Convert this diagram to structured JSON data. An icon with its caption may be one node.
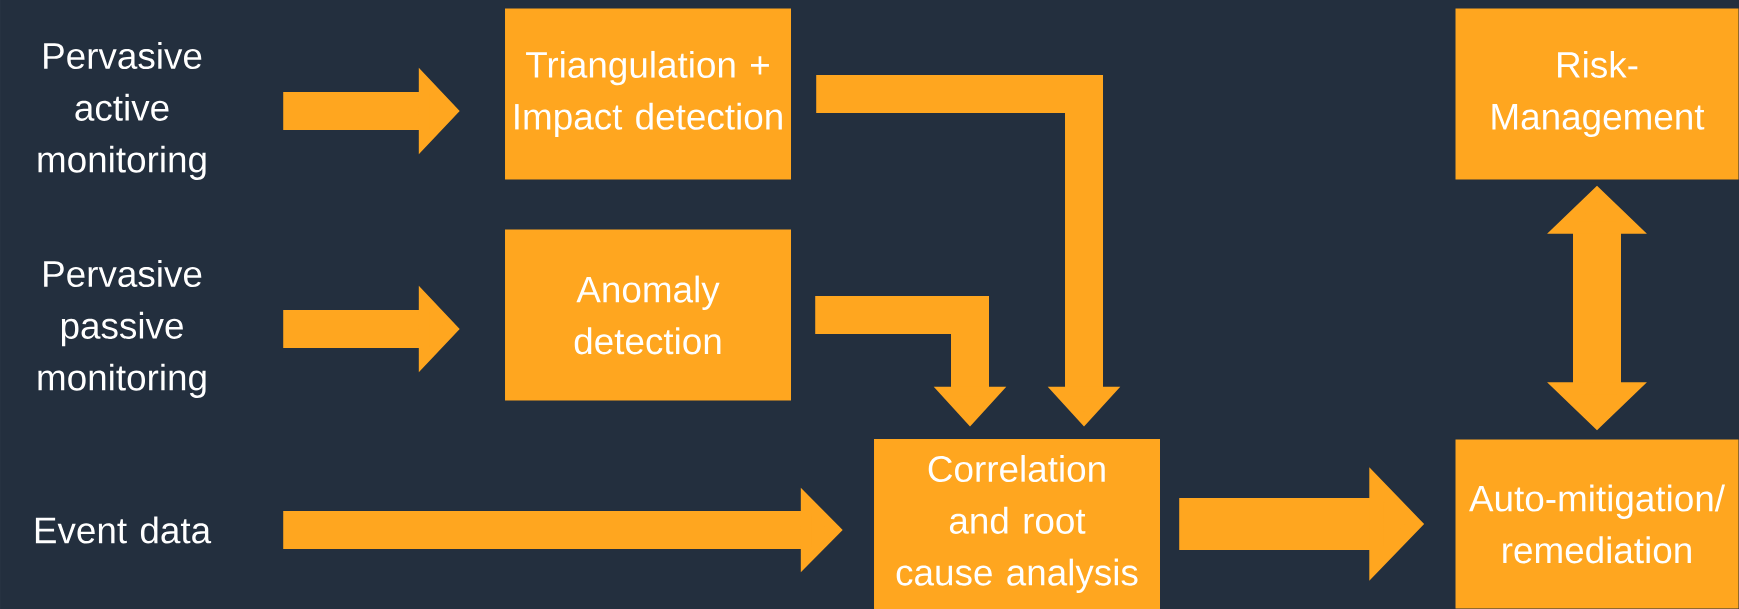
{
  "diagram": {
    "nodes": [
      {
        "text": [
          "Pervasive active monitoring"
        ]
      },
      {
        "text": [
          "Pervasive passive monitoring"
        ]
      },
      {
        "text": [
          "Event data"
        ]
      },
      {
        "text": [
          "Triangulation + Impact detection"
        ]
      },
      {
        "text": [
          "Anomaly detection"
        ]
      },
      {
        "text": [
          "Correlation and root cause analysis"
        ]
      },
      {
        "text": [
          "Risk-Management"
        ]
      },
      {
        "text": [
          "Auto-mitigation/ remediation"
        ]
      }
    ],
    "edges": [
      {
        "from": 0,
        "to": 3,
        "arrow": "to"
      },
      {
        "from": 1,
        "to": 4,
        "arrow": "to"
      },
      {
        "from": 2,
        "to": 5,
        "arrow": "to"
      },
      {
        "from": 3,
        "to": 5,
        "arrow": "to"
      },
      {
        "from": 4,
        "to": 5,
        "arrow": "to"
      },
      {
        "from": 5,
        "to": 7,
        "arrow": "to"
      },
      {
        "from": 6,
        "to": 7,
        "arrow": "both"
      }
    ]
  }
}
